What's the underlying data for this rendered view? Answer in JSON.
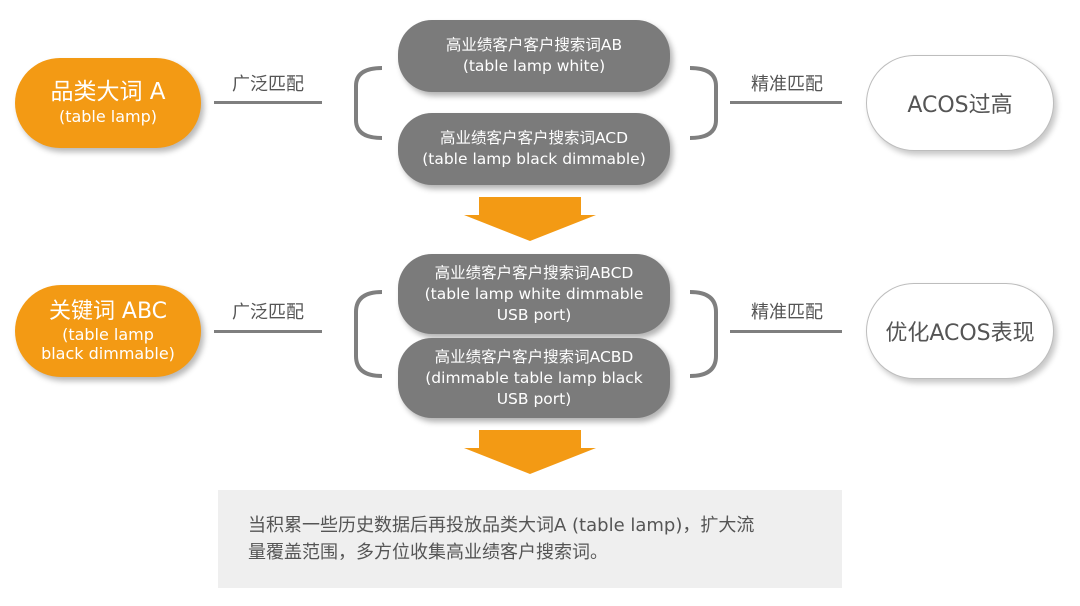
{
  "rows": [
    {
      "keyword": {
        "title": "品类大词 A",
        "sub": "(table lamp)"
      },
      "left_label": "广泛匹配",
      "search_terms": [
        {
          "title": "高业绩客户客户搜索词AB",
          "lines": [
            "(table lamp white)"
          ]
        },
        {
          "title": "高业绩客户客户搜索词ACD",
          "lines": [
            "(table lamp black dimmable)"
          ]
        }
      ],
      "right_label": "精准匹配",
      "result": "ACOS过高"
    },
    {
      "keyword": {
        "title": "关键词 ABC",
        "sub_lines": [
          "(table lamp",
          "black dimmable)"
        ]
      },
      "left_label": "广泛匹配",
      "search_terms": [
        {
          "title": "高业绩客户客户搜索词ABCD",
          "lines": [
            "(table lamp white dimmable",
            "USB port)"
          ]
        },
        {
          "title": "高业绩客户客户搜索词ACBD",
          "lines": [
            "(dimmable table lamp black",
            "USB port)"
          ]
        }
      ],
      "right_label": "精准匹配",
      "result": "优化ACOS表现"
    }
  ],
  "note": {
    "line1": "当积累一些历史数据后再投放品类大词A (table lamp)，扩大流",
    "line2": "量覆盖范围，多方位收集高业绩客户搜索词。"
  },
  "colors": {
    "orange": "#F39A14",
    "grey": "#7B7B7B",
    "line": "#7F7F7F",
    "note_bg": "#EFEFEF"
  }
}
